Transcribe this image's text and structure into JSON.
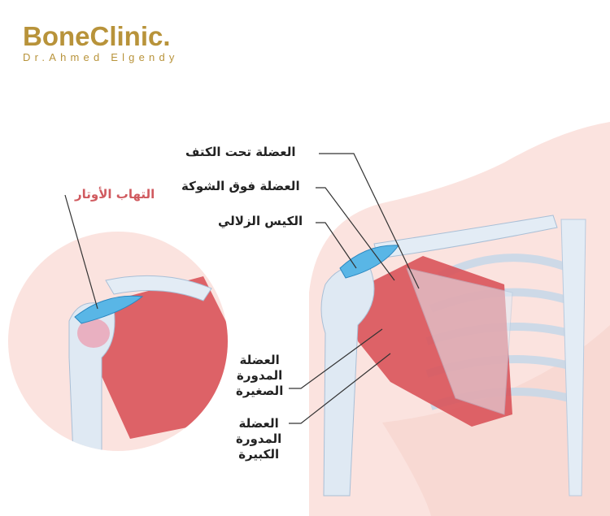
{
  "logo": {
    "brand": "BoneClinic.",
    "doctor": "Dr.Ahmed Elgendy",
    "color": "#b8933a"
  },
  "labels": {
    "subscapularis": "العضلة تحت الكتف",
    "supraspinatus": "العضلة فوق الشوكة",
    "bursa": "الكيس الزلالي",
    "tendinitis": "التهاب الأوتار",
    "teres_minor": [
      "العضلة",
      "المدورة",
      "الصغيرة"
    ],
    "teres_major": [
      "العضلة",
      "المدورة",
      "الكبيرة"
    ]
  },
  "colors": {
    "skin": "#fbe3df",
    "muscle": "#d9535a",
    "bone": "#dfe9f3",
    "bursa": "#59b6e6",
    "accent": "#d05a5f"
  }
}
